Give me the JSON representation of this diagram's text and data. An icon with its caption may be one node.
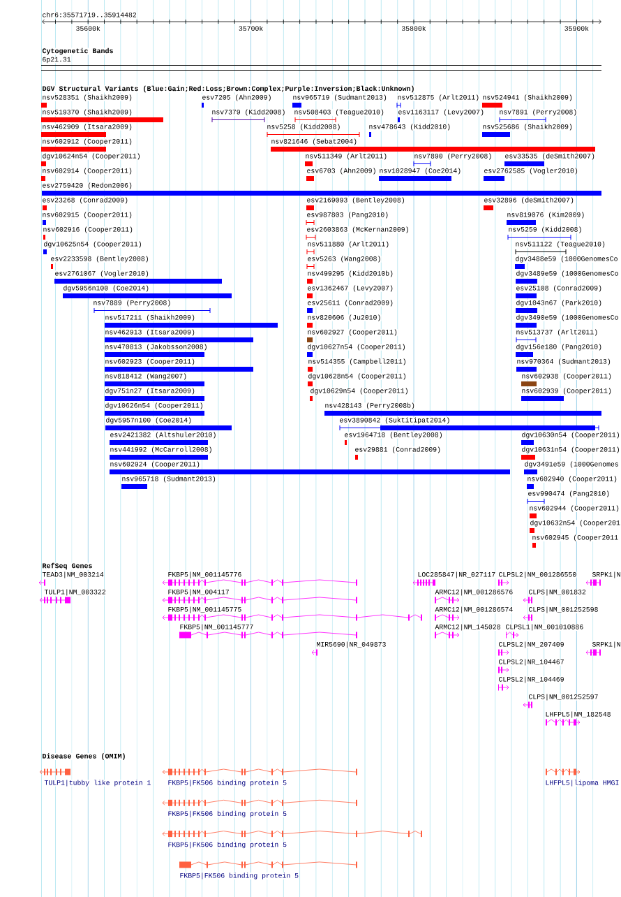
{
  "diagram": {
    "labels": [
      "chr6:35571719..35914482",
      "35600k",
      "35700k",
      "35800k",
      "35900k",
      "Cytogenetic Bands",
      "6p21.31",
      "DGV Structural Variants (Blue:Gain;Red:Loss;Brown:Complex;Purple:Inversion;Black:Unknown)",
      "nsv528351 (Shaikh2009)",
      "esv7205 (Ahn2009)",
      "nsv965719 (Sudmant2013)",
      "nsv512875 (Arlt2011)",
      "nsv524941 (Shaikh2009)",
      "nsv519370 (Shaikh2009)",
      "nsv7379 (Kidd2008)",
      "nsv508403 (Teague2010)",
      "esv1163117 (Levy2007)",
      "nsv7891 (Perry2008)",
      "nsv462909 (Itsara2009)",
      "nsv5258 (Kidd2008)",
      "nsv478643 (Kidd2010)",
      "nsv525686 (Shaikh2009)",
      "nsv602912 (Cooper2011)",
      "nsv821646 (Sebat2004)",
      "dgv10624n54 (Cooper2011)",
      "nsv511349 (Arlt2011)",
      "nsv7890 (Perry2008)",
      "esv33535 (deSmith2007)",
      "nsv602914 (Cooper2011)",
      "esv6703 (Ahn2009)",
      "nsv1028947 (Coe2014)",
      "esv2762585 (Vogler2010)",
      "esv2759420 (Redon2006)",
      "esv23268 (Conrad2009)",
      "esv2169093 (Bentley2008)",
      "esv32896 (deSmith2007)",
      "nsv602915 (Cooper2011)",
      "esv987803 (Pang2010)",
      "nsv819076 (Kim2009)",
      "nsv602916 (Cooper2011)",
      "esv2603863 (McKernan2009)",
      "nsv5259 (Kidd2008)",
      "dgv10625n54 (Cooper2011)",
      "nsv511880 (Arlt2011)",
      "nsv511122 (Teague2010)",
      "esv2233598 (Bentley2008)",
      "esv5263 (Wang2008)",
      "dgv3488e59 (1000GenomesCo",
      "esv2761067 (Vogler2010)",
      "nsv499295 (Kidd2010b)",
      "dgv3489e59 (1000GenomesCo",
      "dgv5956n100 (Coe2014)",
      "esv1362467 (Levy2007)",
      "esv25108 (Conrad2009)",
      "nsv7889 (Perry2008)",
      "esv25611 (Conrad2009)",
      "dgv1043n67 (Park2010)",
      "nsv517211 (Shaikh2009)",
      "nsv820606 (Ju2010)",
      "dgv3490e59 (1000GenomesCo",
      "nsv462913 (Itsara2009)",
      "nsv602927 (Cooper2011)",
      "nsv513737 (Arlt2011)",
      "nsv470813 (Jakobsson2008)",
      "dgv10627n54 (Cooper2011)",
      "dgv156e180 (Pang2010)",
      "nsv602923 (Cooper2011)",
      "nsv514355 (Campbell2011)",
      "nsv970364 (Sudmant2013)",
      "nsv818412 (Wang2007)",
      "dgv10628n54 (Cooper2011)",
      "nsv602938 (Cooper2011)",
      "dgv751n27 (Itsara2009)",
      "dgv10629n54 (Cooper2011)",
      "nsv602939 (Cooper2011)",
      "dgv10626n54 (Cooper2011)",
      "nsv428143 (Perry2008b)",
      "dgv5957n100 (Coe2014)",
      "esv3890842 (Suktitipat2014)",
      "esv2421382 (Altshuler2010)",
      "esv1964718 (Bentley2008)",
      "dgv10630n54 (Cooper2011)",
      "nsv441992 (McCarroll2008)",
      "esv29881 (Conrad2009)",
      "dgv10631n54 (Cooper2011)",
      "nsv602924 (Cooper2011)",
      "dgv3491e59 (1000Genomes",
      "nsv965718 (Sudmant2013)",
      "nsv602940 (Cooper2011)",
      "esv990474 (Pang2010)",
      "nsv602944 (Cooper2011)",
      "dgv10632n54 (Cooper201",
      "nsv602945 (Cooper2011",
      "RefSeq Genes",
      "TEAD3|NM_003214",
      "FKBP5|NM_001145776",
      "LOC285847|NR_027117",
      "CLPSL2|NM_001286550",
      "SRPK1|N",
      "TULP1|NM_003322",
      "FKBP5|NM_004117",
      "ARMC12|NM_001286576",
      "CLPS|NM_001832",
      "FKBP5|NM_001145775",
      "ARMC12|NM_001286574",
      "CLPS|NM_001252598",
      "FKBP5|NM_001145777",
      "ARMC12|NM_145028",
      "CLPSL1|NM_001010886",
      "MIR5690|NR_049873",
      "CLPSL2|NM_207409",
      "SRPK1|N",
      "CLPSL2|NR_104467",
      "CLPSL2|NR_104469",
      "CLPS|NM_001252597",
      "LHFPL5|NM_182548",
      "Disease Genes (OMIM)",
      "TULP1|tubby like protein 1",
      "FKBP5|FK506 binding protein 5",
      "LHFPL5|lipoma HMGI",
      "FKBP5|FK506 binding protein 5",
      "FKBP5|FK506 binding protein 5",
      "FKBP5|FK506 binding protein 5"
    ]
  }
}
